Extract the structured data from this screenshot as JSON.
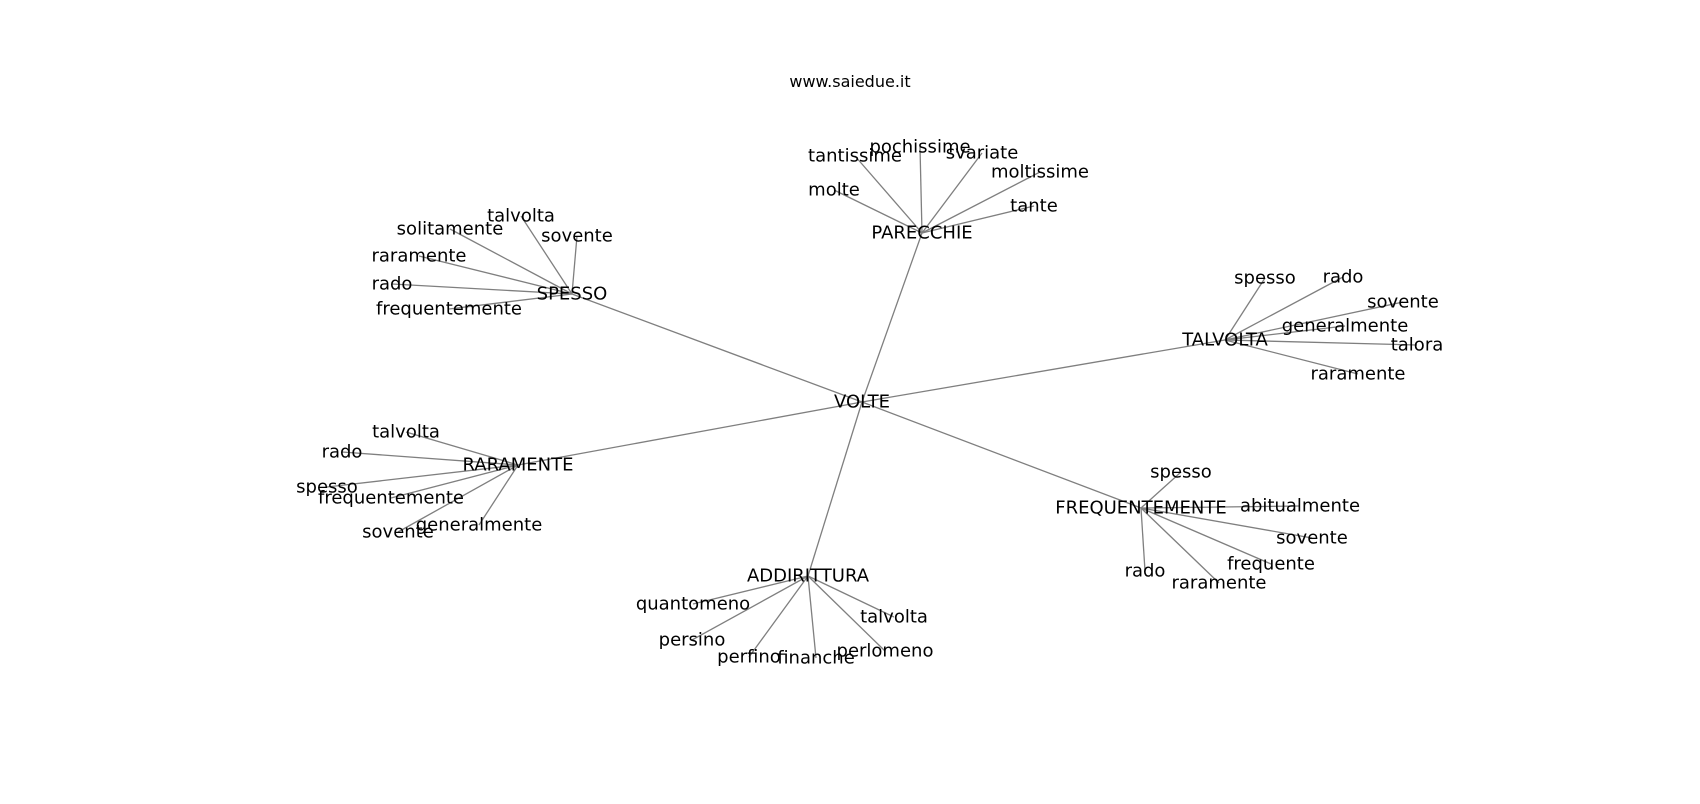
{
  "header": {
    "site": "www.saiedue.it"
  },
  "graph": {
    "root": "VOLTE",
    "groups": [
      {
        "hub": "PARECCHIE",
        "leaves": [
          "tantissime",
          "pochissime",
          "svariate",
          "moltissime",
          "molte",
          "tante"
        ]
      },
      {
        "hub": "SPESSO",
        "leaves": [
          "talvolta",
          "solitamente",
          "sovente",
          "raramente",
          "rado",
          "frequentemente"
        ]
      },
      {
        "hub": "TALVOLTA",
        "leaves": [
          "spesso",
          "rado",
          "sovente",
          "generalmente",
          "talora",
          "raramente"
        ]
      },
      {
        "hub": "RARAMENTE",
        "leaves": [
          "talvolta",
          "rado",
          "spesso",
          "frequentemente",
          "sovente",
          "generalmente"
        ]
      },
      {
        "hub": "FREQUENTEMENTE",
        "leaves": [
          "spesso",
          "abitualmente",
          "sovente",
          "frequente",
          "rado",
          "raramente"
        ]
      },
      {
        "hub": "ADDIRITTURA",
        "leaves": [
          "quantomeno",
          "persino",
          "perfino",
          "finanche",
          "perlomeno",
          "talvolta"
        ]
      }
    ]
  }
}
